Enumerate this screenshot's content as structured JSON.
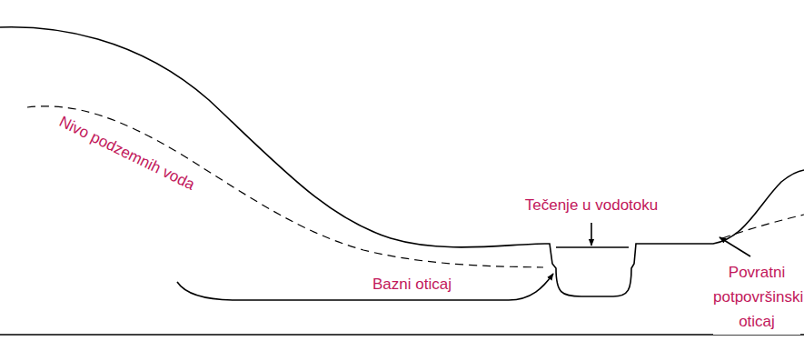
{
  "diagram": {
    "labels": [
      "Nivo podzemnih voda",
      "Tečenje u vodotoku",
      "Bazni oticaj",
      "Povratni potpovršinski oticaj"
    ]
  }
}
